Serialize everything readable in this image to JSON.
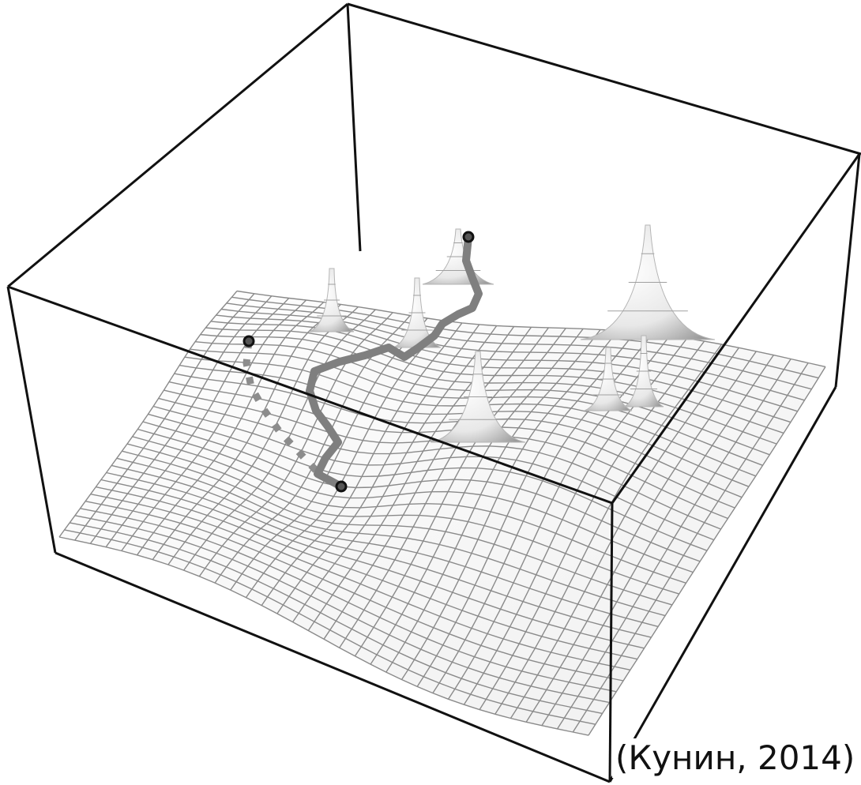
{
  "figure": {
    "caption": "(Кунин, 2014)",
    "colors": {
      "background": "#ffffff",
      "box_edges": "#111111",
      "mesh_lines": "#8a8a8a",
      "surface_light": "#ffffff",
      "surface_shade": "#c9c9c9",
      "path_solid": "#808080",
      "path_dotted": "#8c8c8c",
      "path_endpoints": "#222222"
    },
    "elements": [
      "3d-bounding-box",
      "fitness-landscape-mesh-surface",
      "sharp-peaks",
      "solid-adaptive-path",
      "dotted-adaptive-path",
      "path-endpoint-markers"
    ]
  }
}
